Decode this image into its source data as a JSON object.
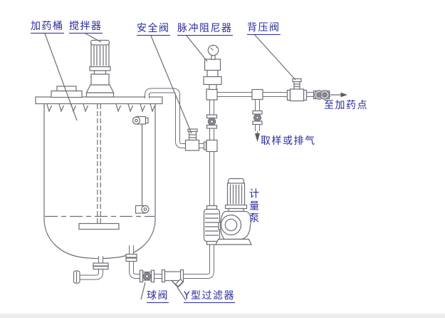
{
  "diagram": {
    "type": "chemical-dosing-system-piping-diagram",
    "labels": {
      "dosing_tank": "加药桶",
      "agitator": "搅拌器",
      "safety_valve": "安全阀",
      "pulse_dampener": "脉冲阻尼器",
      "back_pressure_valve": "背压阀",
      "to_dosing_point": "至加药点",
      "sampling_or_vent": "取样或排气",
      "metering_pump": "计量泵",
      "ball_valve": "球阀",
      "y_strainer": "Y型过滤器"
    },
    "colors": {
      "label_text": "#2a2a9e",
      "line": "#6e6e76",
      "background": "#ffffff"
    }
  }
}
